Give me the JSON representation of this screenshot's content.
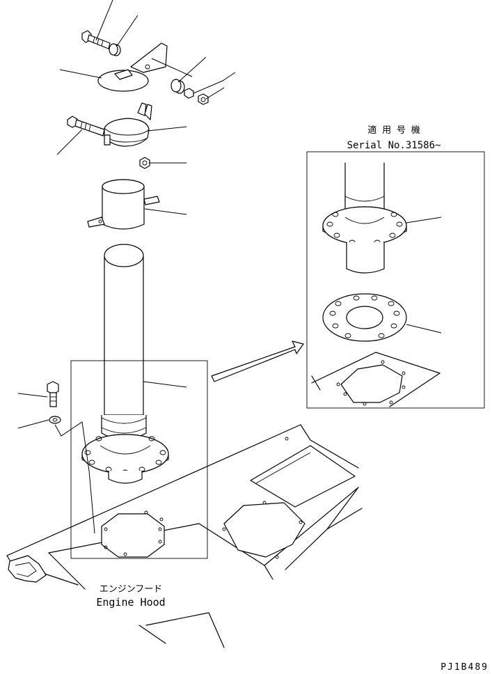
{
  "labels": {
    "detail_applicable_jp": "適 用 号 機",
    "detail_serial": "Serial No.31586~",
    "hood_jp": "エンジンフード",
    "hood_en": "Engine Hood",
    "drawing_code": "PJ1B489"
  }
}
